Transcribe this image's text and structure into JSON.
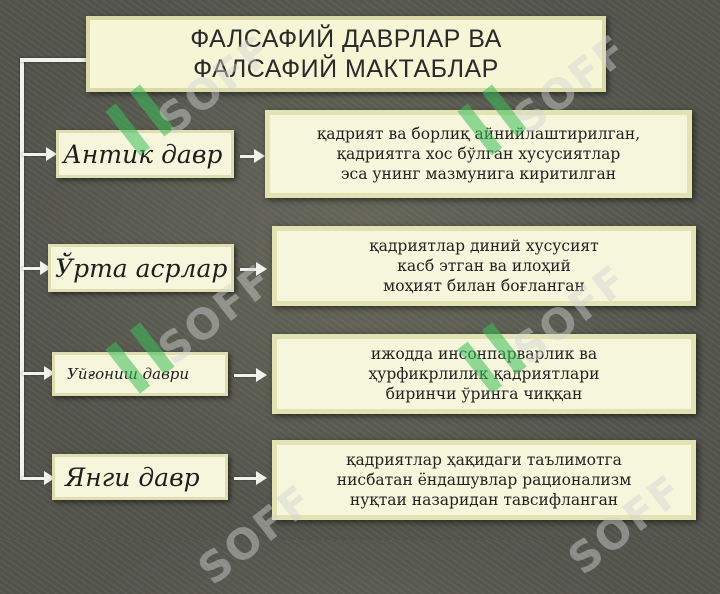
{
  "title": {
    "line1": "ФАЛСАФИЙ ДАВРЛАР ВА",
    "line2": "ФАЛСАФИЙ МАКТАБЛАР"
  },
  "periods": [
    {
      "label": "Антик давр",
      "description": [
        "қадрият ва борлиқ айнийлаштирилган,",
        "қадриятга хос бўлган хусусиятлар",
        "эса унинг мазмунига киритилган"
      ]
    },
    {
      "label": "Ўрта асрлар",
      "description": [
        "қадриятлар диний хусусият",
        "касб этган ва илоҳий",
        "моҳият билан боғланган"
      ]
    },
    {
      "label": "Уйғониш даври",
      "description": [
        "ижодда  инсонпарварлик ва",
        "ҳурфикрлилик қадриятлари",
        "биринчи ўринга чиққан"
      ]
    },
    {
      "label": "Янги давр",
      "description": [
        "қадриятлар ҳақидаги таълимотга",
        "нисбатан ёндашувлар рационализм",
        "нуқтаи назаридан тавсифланган"
      ]
    }
  ],
  "watermark": "SOFF"
}
